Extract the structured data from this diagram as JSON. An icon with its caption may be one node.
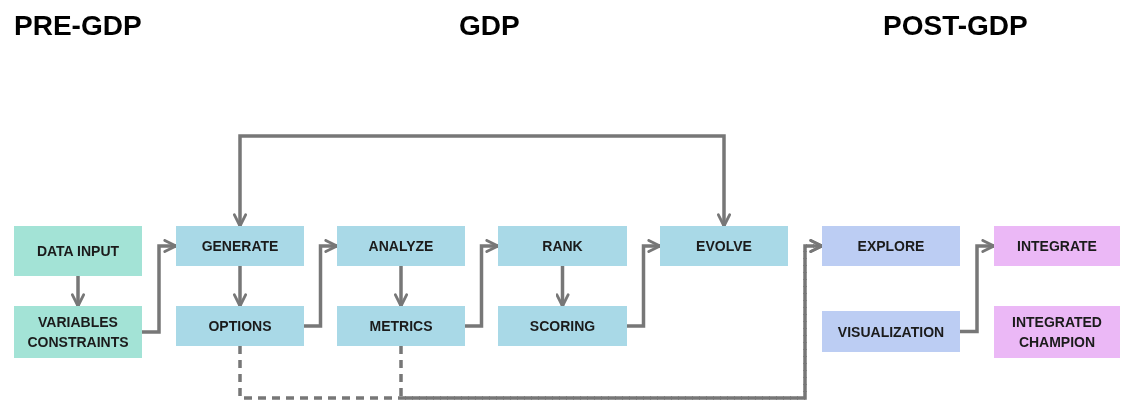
{
  "diagram": {
    "nodes": [
      {
        "text": [
          "DATA INPUT"
        ]
      },
      {
        "text": [
          "VARIABLES CONSTRAINTS"
        ]
      },
      {
        "text": [
          "GENERATE"
        ]
      },
      {
        "text": [
          "OPTIONS"
        ]
      },
      {
        "text": [
          "ANALYZE"
        ]
      },
      {
        "text": [
          "METRICS"
        ]
      },
      {
        "text": [
          "RANK"
        ]
      },
      {
        "text": [
          "SCORING"
        ]
      },
      {
        "text": [
          "EVOLVE"
        ]
      },
      {
        "text": [
          "EXPLORE"
        ]
      },
      {
        "text": [
          "VISUALIZATION"
        ]
      },
      {
        "text": [
          "INTEGRATE"
        ]
      },
      {
        "text": [
          "INTEGRATED CHAMPION"
        ]
      }
    ],
    "edges": [
      {
        "from": 0,
        "to": 1,
        "arrow": "to"
      },
      {
        "from": 1,
        "to": 2,
        "arrow": "to"
      },
      {
        "from": 2,
        "to": 3,
        "arrow": "to"
      },
      {
        "from": 3,
        "to": 4,
        "arrow": "to"
      },
      {
        "from": 4,
        "to": 5,
        "arrow": "to"
      },
      {
        "from": 5,
        "to": 6,
        "arrow": "to"
      },
      {
        "from": 6,
        "to": 7,
        "arrow": "to"
      },
      {
        "from": 7,
        "to": 8,
        "arrow": "to"
      },
      {
        "from": 8,
        "to": 2,
        "arrow": "both"
      },
      {
        "from": 3,
        "to": 9,
        "arrow": "to",
        "style": "dashed"
      },
      {
        "from": 5,
        "to": 9,
        "arrow": "to",
        "style": "dashed"
      },
      {
        "from": 10,
        "to": 11,
        "arrow": "to"
      }
    ],
    "labels": [
      "PRE-GDP",
      "GDP",
      "POST-GDP"
    ]
  }
}
